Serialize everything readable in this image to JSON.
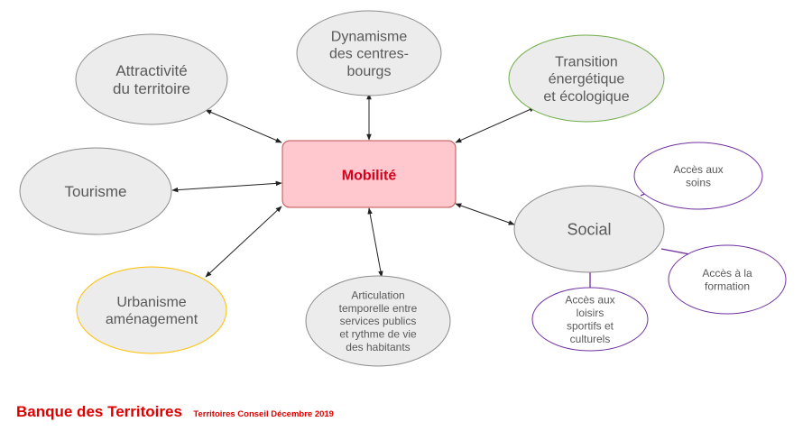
{
  "center": {
    "lines": [
      "Mobilité"
    ],
    "color": "#d9001b"
  },
  "nodes": {
    "attractivite": {
      "lines": [
        "Attractivité",
        "du territoire"
      ]
    },
    "dynamisme": {
      "lines": [
        "Dynamisme",
        "des centres-",
        "bourgs"
      ]
    },
    "transition": {
      "lines": [
        "Transition",
        "énergétique",
        "et écologique"
      ]
    },
    "tourisme": {
      "lines": [
        "Tourisme"
      ]
    },
    "social": {
      "lines": [
        "Social"
      ]
    },
    "urbanisme": {
      "lines": [
        "Urbanisme",
        "aménagement"
      ]
    },
    "articulation": {
      "lines": [
        "Articulation",
        "temporelle entre",
        "services publics",
        "et rythme de vie",
        "des habitants"
      ]
    },
    "soins": {
      "lines": [
        "Accès aux",
        "soins"
      ]
    },
    "formation": {
      "lines": [
        "Accès à la",
        "formation"
      ]
    },
    "loisirs": {
      "lines": [
        "Accès aux",
        "loisirs",
        "sportifs et",
        "culturels"
      ]
    }
  },
  "footer": {
    "brand": "Banque des Territoires",
    "subtitle": "Territoires Conseil Décembre 2019"
  },
  "colors": {
    "ellipse_fill": "#ececec",
    "ellipse_border": "#8c8c8c",
    "transition_border": "#70ad47",
    "urbanisme_border": "#ffc000",
    "sub_border": "#7030a0",
    "center_fill": "#ffc7ce",
    "center_border": "#c0504d",
    "text": "#595959",
    "footer": "#e00000"
  }
}
